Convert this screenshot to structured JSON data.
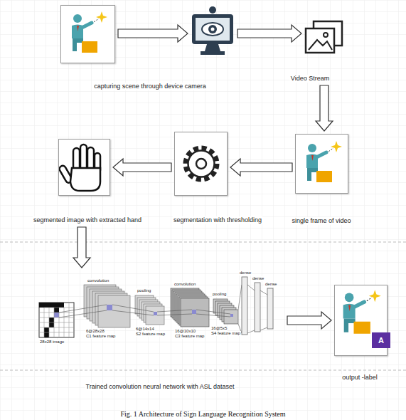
{
  "diagram": {
    "caption": "Fig. 1 Architecture of Sign Language Recognition System",
    "nodes": [
      {
        "text": [
          "capturing scene through device camera"
        ]
      },
      {
        "text": []
      },
      {
        "text": [
          "Video Stream"
        ]
      },
      {
        "text": [
          "single frame of video"
        ]
      },
      {
        "text": [
          "segmentation with thresholding"
        ]
      },
      {
        "text": [
          "segmented image with extracted hand"
        ]
      },
      {
        "text": [
          "Trained convolution neural network with ASL dataset"
        ]
      },
      {
        "text": [
          "output -label"
        ]
      },
      {
        "text": [
          "A"
        ],
        "in": 7
      }
    ],
    "edges": [
      {
        "from": 0,
        "to": 1,
        "arrow": "to"
      },
      {
        "from": 1,
        "to": 2,
        "arrow": "to"
      },
      {
        "from": 2,
        "to": 3,
        "arrow": "to"
      },
      {
        "from": 3,
        "to": 4,
        "arrow": "to"
      },
      {
        "from": 4,
        "to": 5,
        "arrow": "to"
      },
      {
        "from": 5,
        "to": 6,
        "arrow": "to"
      },
      {
        "from": 6,
        "to": 7,
        "arrow": "to"
      }
    ],
    "labels": [
      "convolution",
      "pooling",
      "convolution",
      "pooling",
      "dense",
      "dense",
      "dense",
      "28x28 image",
      "6@28x28",
      "C1 feature map",
      "6@14x14",
      "S2 feature map",
      "16@10x10",
      "C3 feature map",
      "16@5x5",
      "S4 feature map"
    ]
  }
}
